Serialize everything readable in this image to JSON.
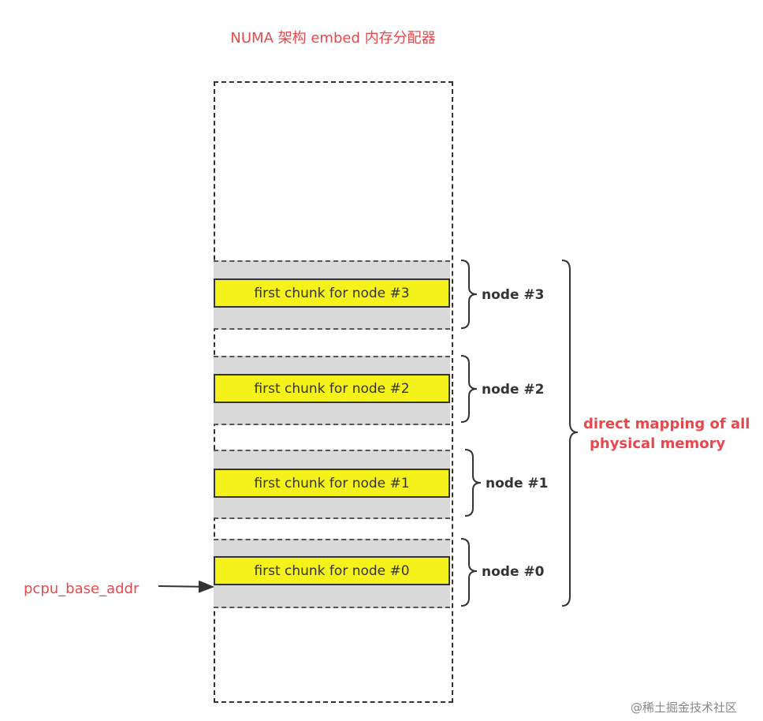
{
  "title": "NUMA 架构 embed 内存分配器",
  "chunks": [
    {
      "label": "first chunk for node #3",
      "node": "node #3"
    },
    {
      "label": "first chunk for node #2",
      "node": "node #2"
    },
    {
      "label": "first chunk for node #1",
      "node": "node #1"
    },
    {
      "label": "first chunk for node #0",
      "node": "node #0"
    }
  ],
  "pointer_label": "pcpu_base_addr",
  "mapping_label_line1": "direct mapping of all",
  "mapping_label_line2": "physical memory",
  "watermark": "@稀土掘金技术社区",
  "colors": {
    "accent_red": "#e8484b",
    "chunk_fill": "#f4f21a",
    "region_fill": "#d9d9d9",
    "line": "#333333"
  }
}
